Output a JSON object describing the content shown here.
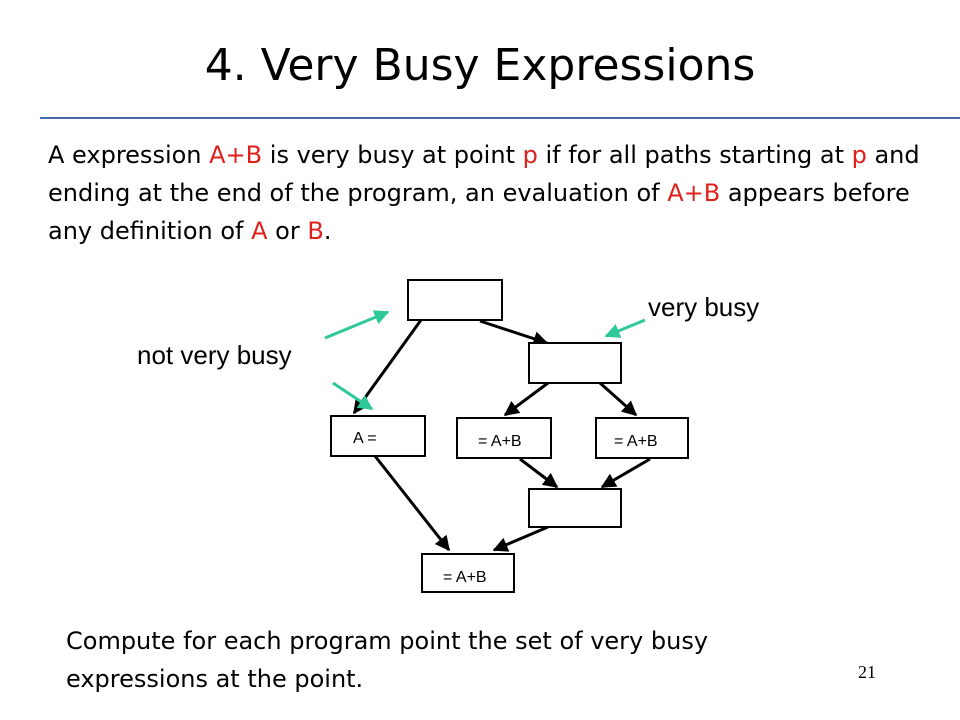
{
  "slide": {
    "title": "4. Very Busy Expressions",
    "definition": {
      "t1": "A expression ",
      "e1": "A+B",
      "t2": " is very busy at point ",
      "p1": "p",
      "t3": " if for all paths starting at ",
      "p2": "p",
      "t4": " and ending at the end of the program, an evaluation of ",
      "e2": "A+B",
      "t5": " appears before any definition of ",
      "a": "A",
      "t6": " or ",
      "b": "B",
      "t7": "."
    },
    "compute_text": "Compute for each program point the set of very busy expressions at the point.",
    "slide_number": "21"
  },
  "diagram": {
    "nodes": [
      {
        "id": "entry",
        "label": ""
      },
      {
        "id": "right-top",
        "label": ""
      },
      {
        "id": "assign-a",
        "label": "A ="
      },
      {
        "id": "use-left",
        "label": "= A+B"
      },
      {
        "id": "use-right",
        "label": "= A+B"
      },
      {
        "id": "merge",
        "label": ""
      },
      {
        "id": "exit",
        "label": "= A+B"
      }
    ],
    "callouts": {
      "very_busy": "very busy",
      "not_very_busy": "not very busy"
    },
    "colors": {
      "highlight": "#e0201c",
      "callout_arrow": "#2ec89a",
      "title_rule": "#4a68b0"
    }
  }
}
